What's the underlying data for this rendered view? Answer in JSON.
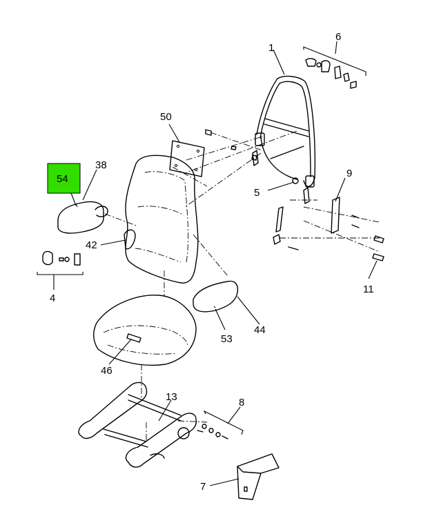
{
  "diagram": {
    "highlight_color": "#33dd00",
    "callouts": {
      "c1": "1",
      "c4": "4",
      "c5": "5",
      "c6": "6",
      "c7": "7",
      "c8": "8",
      "c9": "9",
      "c11": "11",
      "c13": "13",
      "c38": "38",
      "c42": "42",
      "c44": "44",
      "c46": "46",
      "c50": "50",
      "c53": "53",
      "c54": "54"
    }
  }
}
